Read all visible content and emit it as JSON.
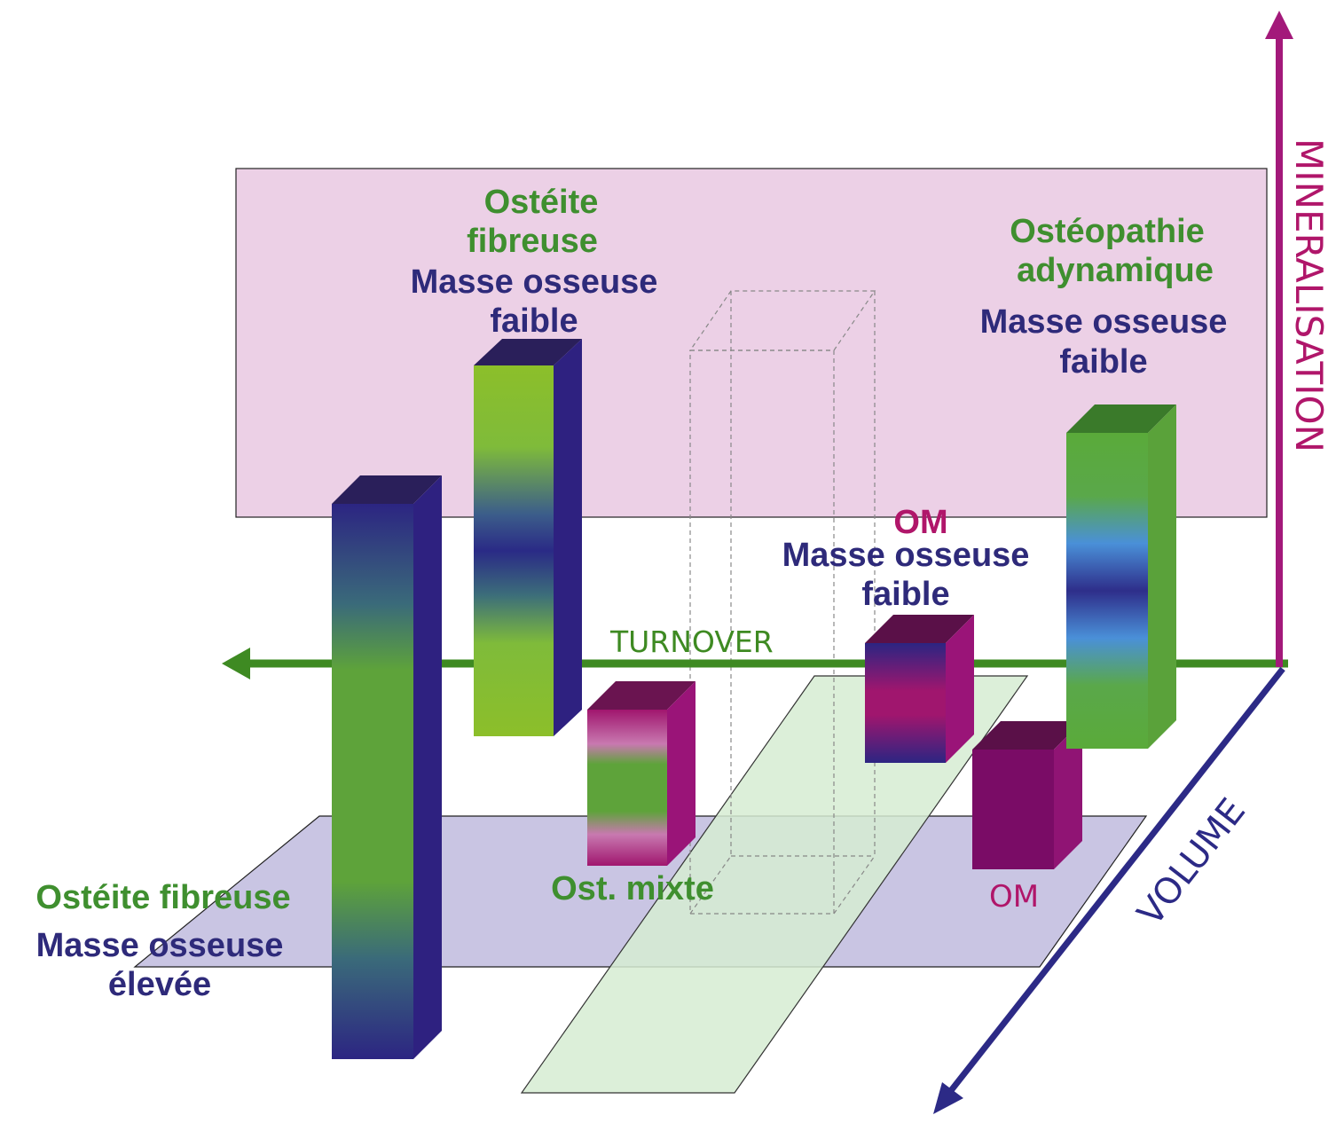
{
  "colors": {
    "green_text": "#3f8f2f",
    "navy_text": "#2e2a7a",
    "magenta_text": "#b0166a",
    "turnover_axis": "#3e8a22",
    "mineralisation_axis": "#a3197a",
    "volume_axis": "#2c2a86",
    "pink_plane": "#ecd0e6",
    "lavender_plane": "#c6c2e2",
    "mint_plane": "#d6ecd2"
  },
  "axes": {
    "turnover": "TURNOVER",
    "mineralisation": "MINERALISATION",
    "volume": "VOLUME"
  },
  "labels": {
    "of_high": {
      "line1": "Ostéite fibreuse",
      "line2": "Masse osseuse",
      "line3": "élevée"
    },
    "of_low": {
      "line1": "Ostéite",
      "line2": "fibreuse",
      "line3": "Masse osseuse",
      "line4": "faible"
    },
    "ada": {
      "line1": "Ostéopathie",
      "line2": "adynamique",
      "line3": "Masse osseuse",
      "line4": "faible"
    },
    "om_low": {
      "line1": "OM",
      "line2": "Masse osseuse",
      "line3": "faible"
    },
    "om": {
      "line1": "OM"
    },
    "mixte": {
      "line1": "Ost. mixte"
    }
  }
}
